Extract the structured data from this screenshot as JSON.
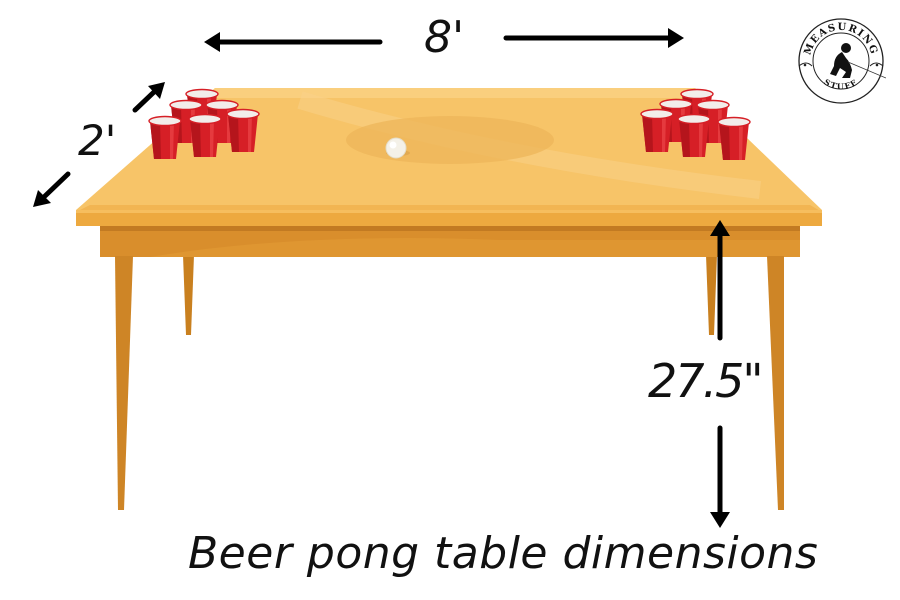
{
  "diagram": {
    "title": "Beer pong table dimensions",
    "dimensions": {
      "length": "8'",
      "width": "2'",
      "height": "27.5\""
    },
    "objects": {
      "table": "wooden-table",
      "cups_per_side": 6,
      "cup_formation": "triangle",
      "ball": "ping-pong-ball"
    },
    "colors": {
      "table_top": "#F7C468",
      "table_edge": "#EDA93F",
      "table_apron": "#D98E2C",
      "legs": "#CE8526",
      "cup_red": "#D61F26",
      "cup_rim": "#F2EDEA",
      "arrow": "#000000"
    }
  },
  "logo": {
    "top_text": "MEASURING",
    "bottom_text": "STUFF"
  }
}
